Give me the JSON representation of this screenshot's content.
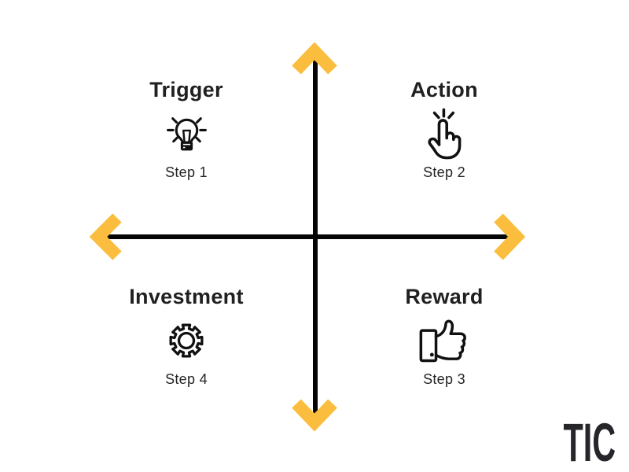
{
  "diagram": {
    "kind": "hook-model-quadrant-diagram",
    "background": "#FFFFFF",
    "text_color": "#202020"
  },
  "axes": {
    "line_color": "#050505",
    "arrow_color": "#FBBD3D"
  },
  "quadrants": [
    {
      "position": "top-left",
      "title": "Trigger",
      "icon": "lightbulb-idea-icon",
      "step": "Step 1"
    },
    {
      "position": "top-right",
      "title": "Action",
      "icon": "tap-click-icon",
      "step": "Step 2"
    },
    {
      "position": "bottom-left",
      "title": "Investment",
      "icon": "gear-icon",
      "step": "Step 4"
    },
    {
      "position": "bottom-right",
      "title": "Reward",
      "icon": "thumbs-up-icon",
      "step": "Step 3"
    }
  ],
  "logo": {
    "text": "TIC",
    "color": "#26262A"
  }
}
